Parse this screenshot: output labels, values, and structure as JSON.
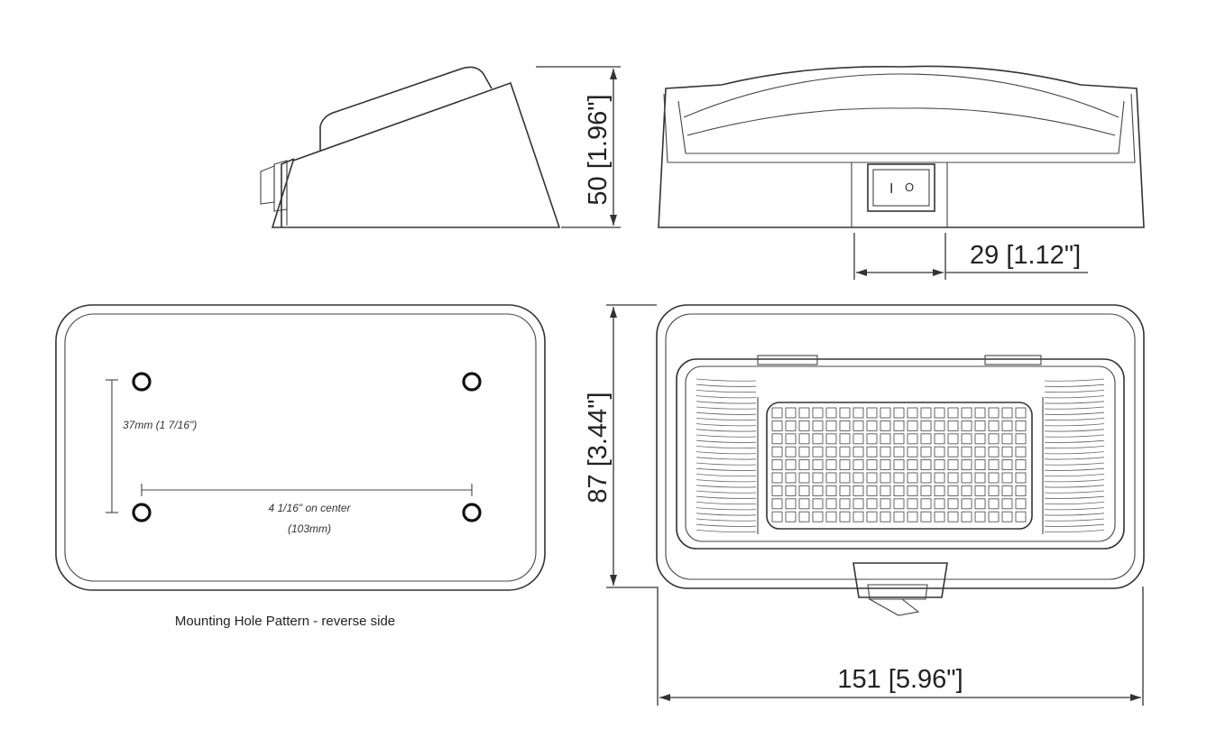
{
  "dimensions": {
    "height": "50 [1.96\"]",
    "switch_width": "29 [1.12\"]",
    "depth": "87 [3.44\"]",
    "width": "151 [5.96\"]"
  },
  "mounting": {
    "vertical_spacing": "37mm (1 7/16\")",
    "horizontal_spacing": "4 1/16\" on center",
    "horizontal_spacing_mm": "(103mm)",
    "caption": "Mounting Hole Pattern - reverse side"
  },
  "switch": {
    "on_symbol": "I",
    "off_symbol": "O"
  }
}
